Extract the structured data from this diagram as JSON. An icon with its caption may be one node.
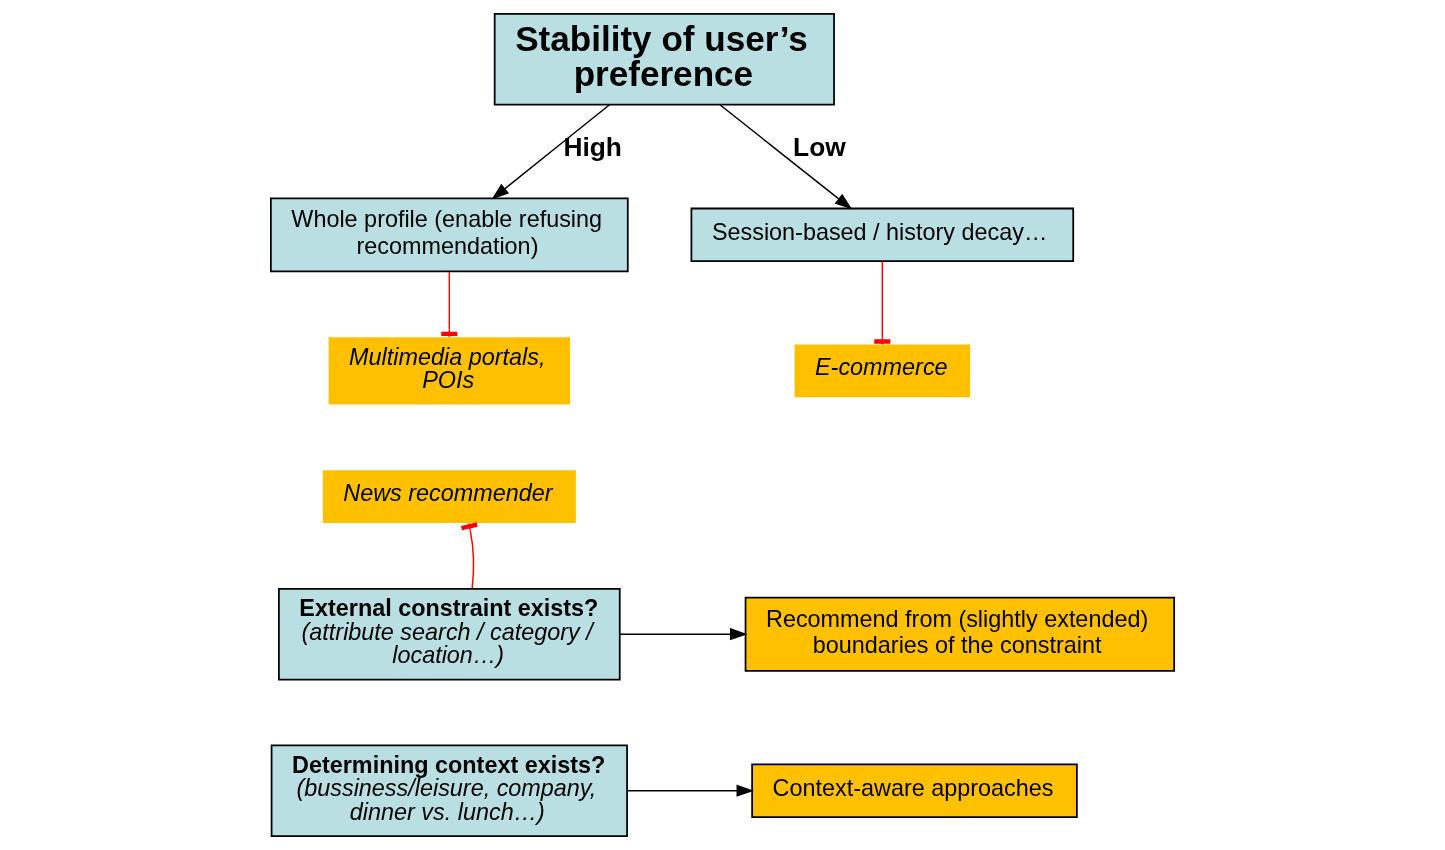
{
  "diagram": {
    "nodes": [
      {
        "text": [
          "Stability of user’s preference"
        ]
      },
      {
        "text": [
          "Whole profile (enable refusing recommendation)"
        ]
      },
      {
        "text": [
          "Session-based / history decay…"
        ]
      },
      {
        "text": [
          "Multimedia portals, POIs"
        ]
      },
      {
        "text": [
          "E-commerce"
        ]
      },
      {
        "text": [
          "News recommender"
        ]
      },
      {
        "text": [
          "External constraint exists?",
          "(attribute search / category / location…)"
        ]
      },
      {
        "text": [
          "Recommend from (slightly extended) boundaries of the constraint"
        ]
      },
      {
        "text": [
          "Determining context exists?",
          "(bussiness/leisure, company, dinner vs. lunch…)"
        ]
      },
      {
        "text": [
          "Context-aware approaches"
        ]
      }
    ],
    "edges": [
      {
        "from": 0,
        "to": 1,
        "arrow": "to",
        "label": "High"
      },
      {
        "from": 0,
        "to": 2,
        "arrow": "to",
        "label": "Low"
      },
      {
        "from": 1,
        "to": 3,
        "arrow": "other",
        "color": "#ff0000"
      },
      {
        "from": 2,
        "to": 4,
        "arrow": "other",
        "color": "#ff0000"
      },
      {
        "from": 6,
        "to": 5,
        "arrow": "other",
        "color": "#ff0000"
      },
      {
        "from": 6,
        "to": 7,
        "arrow": "to"
      },
      {
        "from": 8,
        "to": 9,
        "arrow": "to"
      }
    ]
  }
}
